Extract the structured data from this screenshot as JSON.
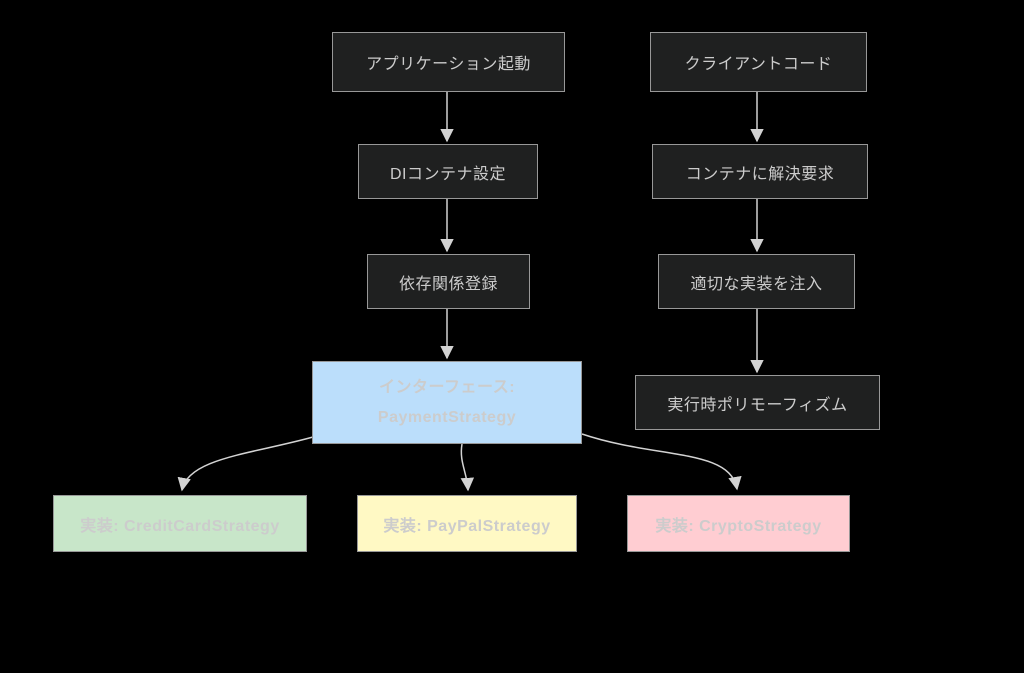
{
  "diagram": {
    "type": "flowchart",
    "colors": {
      "background": "#000000",
      "node_fill": "#1f2020",
      "node_border": "#989898",
      "node_text": "#cccccc",
      "edge": "#d3d3d3",
      "interface_fill": "#bbdefb",
      "credit_fill": "#c8e6c9",
      "paypal_fill": "#fff9c4",
      "crypto_fill": "#ffcdd2"
    },
    "nodes": {
      "app_start": {
        "label": "アプリケーション起動"
      },
      "di_setup": {
        "label": "DIコンテナ設定"
      },
      "dep_register": {
        "label": "依存関係登録"
      },
      "interface": {
        "label_line1": "インターフェース:",
        "label_line2": "PaymentStrategy"
      },
      "client_code": {
        "label": "クライアントコード"
      },
      "resolve_request": {
        "label": "コンテナに解決要求"
      },
      "inject_impl": {
        "label": "適切な実装を注入"
      },
      "runtime_poly": {
        "label": "実行時ポリモーフィズム"
      },
      "credit_card": {
        "label": "実装: CreditCardStrategy"
      },
      "paypal": {
        "label": "実装: PayPalStrategy"
      },
      "crypto": {
        "label": "実装: CryptoStrategy"
      }
    },
    "edges": [
      {
        "from": "app_start",
        "to": "di_setup"
      },
      {
        "from": "di_setup",
        "to": "dep_register"
      },
      {
        "from": "dep_register",
        "to": "interface"
      },
      {
        "from": "client_code",
        "to": "resolve_request"
      },
      {
        "from": "resolve_request",
        "to": "inject_impl"
      },
      {
        "from": "inject_impl",
        "to": "runtime_poly"
      },
      {
        "from": "interface",
        "to": "credit_card"
      },
      {
        "from": "interface",
        "to": "paypal"
      },
      {
        "from": "interface",
        "to": "crypto"
      }
    ]
  }
}
